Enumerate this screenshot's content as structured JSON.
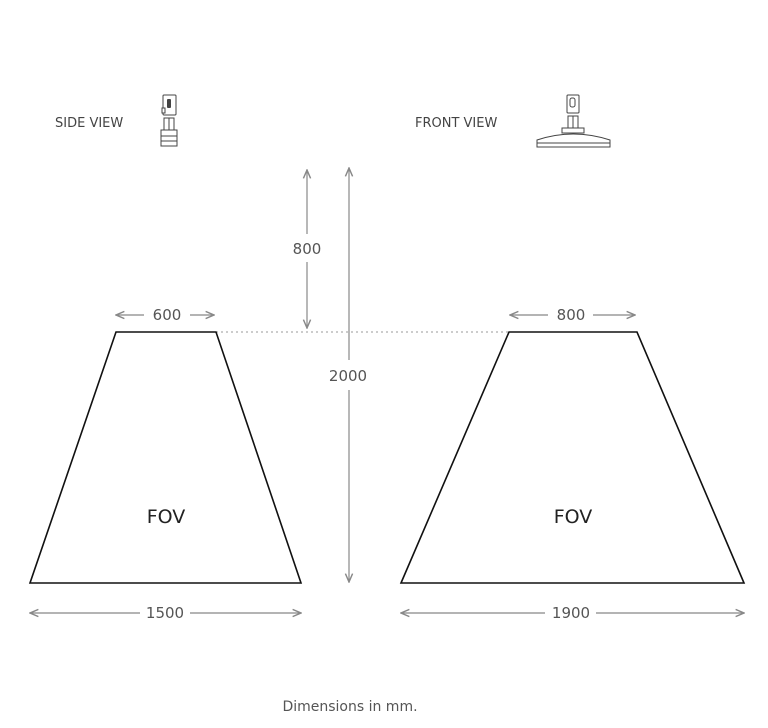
{
  "views": {
    "side_label": "SIDE VIEW",
    "front_label": "FRONT VIEW"
  },
  "side": {
    "top_width": "600",
    "bottom_width": "1500",
    "fov_label": "FOV"
  },
  "front": {
    "top_width": "800",
    "bottom_width": "1900",
    "fov_label": "FOV"
  },
  "heights": {
    "mount_to_top": "800",
    "total": "2000"
  },
  "footer": "Dimensions in mm."
}
